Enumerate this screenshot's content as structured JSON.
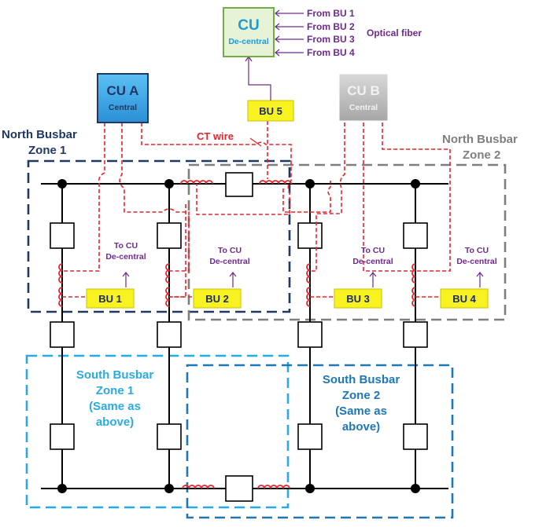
{
  "cu_decentral": {
    "title": "CU",
    "subtitle": "De-central"
  },
  "cu_a": {
    "title": "CU A",
    "subtitle": "Central"
  },
  "cu_b": {
    "title": "CU B",
    "subtitle": "Central"
  },
  "fiber_inputs": [
    "From BU 1",
    "From BU 2",
    "From BU 3",
    "From BU 4"
  ],
  "optical_fiber_label": "Optical fiber",
  "ct_wire_label": "CT wire",
  "bu_labels": {
    "bu1": "BU 1",
    "bu2": "BU 2",
    "bu3": "BU 3",
    "bu4": "BU 4",
    "bu5": "BU 5"
  },
  "to_cu": {
    "line1": "To CU",
    "line2": "De-central"
  },
  "zones": {
    "north1": {
      "line1": "North Busbar",
      "line2": "Zone 1",
      "color": "#1f3864"
    },
    "north2": {
      "line1": "North Busbar",
      "line2": "Zone 2",
      "color": "#7f7f7f"
    },
    "south1": {
      "line1": "South Busbar",
      "line2": "Zone 1",
      "line3": "(Same as",
      "line4": "above)",
      "color": "#29abe2"
    },
    "south2": {
      "line1": "South Busbar",
      "line2": "Zone 2",
      "line3": "(Same as",
      "line4": "above)",
      "color": "#1f77b4"
    }
  },
  "colors": {
    "ct_wire": "#e8232b",
    "bu_fill": "#f8f320",
    "cu_a_fill": "#3aa6ea",
    "cu_decentral_fill": "#e6f3d6",
    "cu_decentral_border": "#70ad47",
    "purple": "#6d2a8c"
  }
}
